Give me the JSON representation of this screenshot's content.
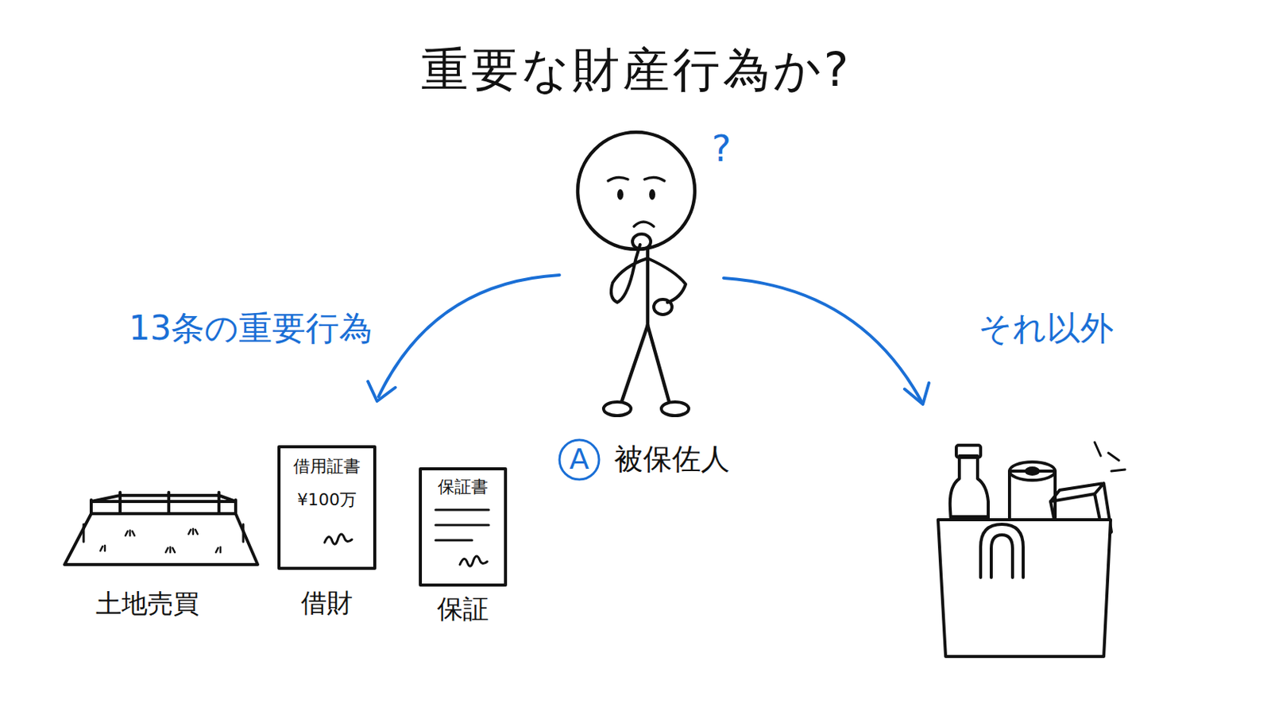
{
  "diagram": {
    "title": "重要な財産行為か?",
    "nodes": [
      {
        "text": [
          "A"
        ]
      },
      {
        "text": [
          "借用証書",
          "¥100万",
          "借財"
        ]
      },
      {
        "text": [
          "保証書",
          "保証"
        ]
      }
    ],
    "labels": [
      "?",
      "13条の重要行為",
      "それ以外",
      "被保佐人",
      "土地売買"
    ]
  }
}
